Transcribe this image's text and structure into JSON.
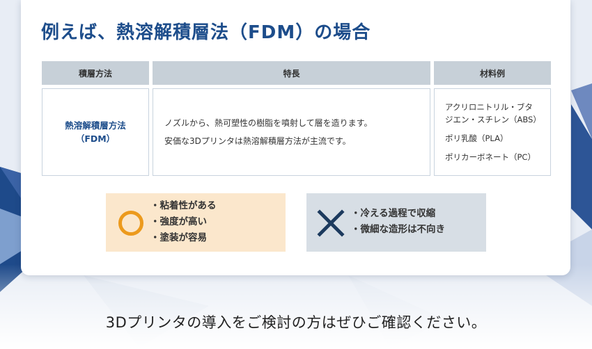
{
  "title": "例えば、熱溶解積層法（FDM）の場合",
  "table": {
    "headers": [
      "積層方法",
      "特長",
      "材料例"
    ],
    "method": [
      "熱溶解積層方法",
      "（FDM）"
    ],
    "features": [
      "ノズルから、熱可塑性の樹脂を噴射して層を造ります。",
      "安価な3Dプリンタは熱溶解積層方法が主流です。"
    ],
    "materials": [
      "アクリロニトリル・ブタ",
      "ジエン・スチレン（ABS）",
      "ポリ乳酸（PLA）",
      "ポリカーボネート（PC）"
    ]
  },
  "pros": {
    "icon": "circle-icon",
    "color": "#ec9a1d",
    "items": [
      "・粘着性がある",
      "・強度が高い",
      "・塗装が容易"
    ]
  },
  "cons": {
    "icon": "cross-icon",
    "color": "#1c3a5e",
    "items": [
      "・冷える過程で収縮",
      "・微細な造形は不向き"
    ]
  },
  "footer": "3Dプリンタの導入をご検討の方はぜひご確認ください。",
  "colors": {
    "accent": "#1d4d8b",
    "header_bg": "#c7d0d8",
    "pros_bg": "#fbe7cc",
    "cons_bg": "#d7dee5"
  }
}
